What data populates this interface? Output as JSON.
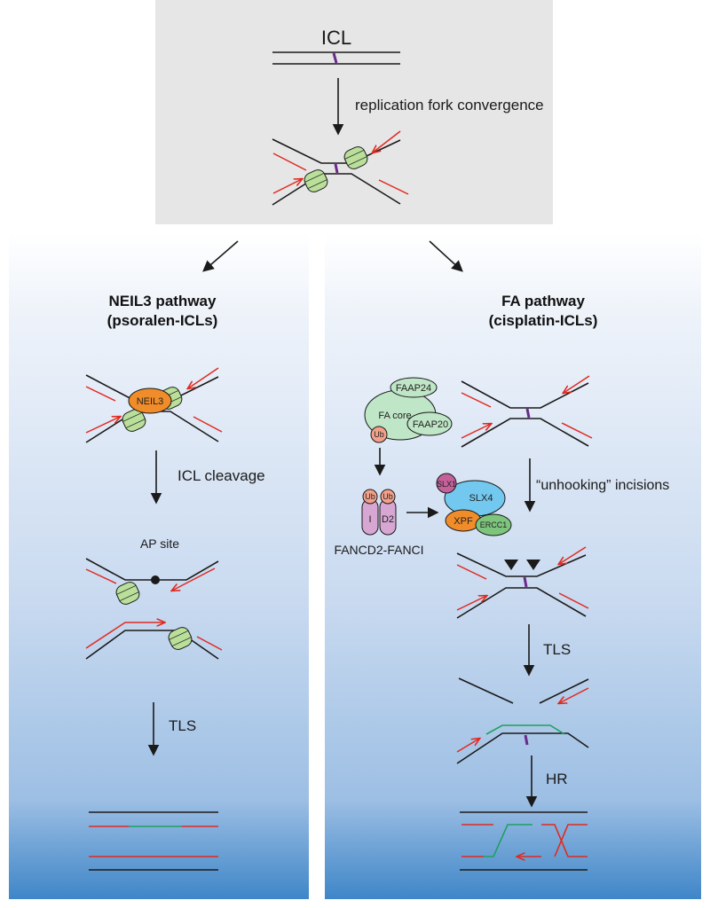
{
  "top": {
    "icl_label": "ICL",
    "fork_convergence_label": "replication fork convergence"
  },
  "neil3": {
    "title_line1": "NEIL3 pathway",
    "title_line2": "(psoralen-ICLs)",
    "protein_label": "NEIL3",
    "cleavage_label": "ICL cleavage",
    "ap_site_label": "AP site",
    "tls_label": "TLS"
  },
  "fa": {
    "title_line1": "FA pathway",
    "title_line2": "(cisplatin-ICLs)",
    "faap24": "FAAP24",
    "fa_core": "FA core",
    "faap20": "FAAP20",
    "ub": "Ub",
    "i": "I",
    "d2": "D2",
    "complex_label": "FANCD2-FANCI",
    "slx1": "SLX1",
    "slx4": "SLX4",
    "xpf": "XPF",
    "ercc1": "ERCC1",
    "unhooking_label": "“unhooking” incisions",
    "tls_label": "TLS",
    "hr_label": "HR"
  },
  "colors": {
    "dna": "#1a1a1a",
    "nascent": "#e02a20",
    "crosslink": "#6a2a8c",
    "tls_synthesis": "#1fa060",
    "helicase": "#b9df9a",
    "neil3": "#f08c2a",
    "fa_core": "#bfe6c6",
    "ub": "#f2a08a",
    "fancd2_fanci": "#d7a6d3",
    "slx4": "#72c8ee",
    "slx1": "#c4609a",
    "xpf": "#f08c2a",
    "ercc1": "#7dc47d"
  }
}
